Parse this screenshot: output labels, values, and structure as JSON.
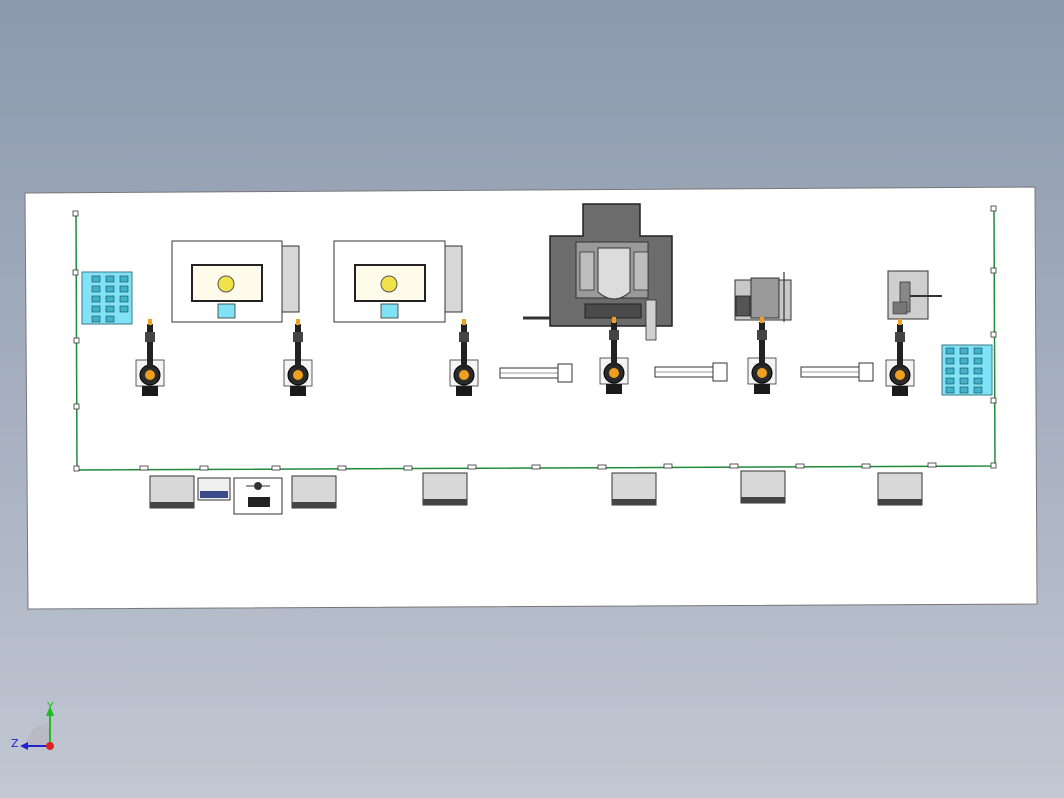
{
  "viewport": {
    "background_top": "#8c9aae",
    "background_bottom": "#c2c7d2"
  },
  "layout": {
    "floor_color": "#ffffff",
    "fence_color": "#1e8a3a",
    "machine_dark": "#5a5a5a",
    "machine_light": "#b9b9b9",
    "rack_color": "#7fe3f5",
    "accent_yellow": "#f2e24a",
    "accent_orange": "#f0a020"
  },
  "equipment": {
    "part_racks": 2,
    "ovens": 2,
    "robots": 6,
    "conveyors": 3,
    "press": 1,
    "small_press": 1,
    "lathe": 1,
    "control_cabinets": 7
  },
  "triad": {
    "y_label": "Y",
    "z_label": "Z",
    "y_color": "#22bb22",
    "z_color": "#2222cc",
    "origin_color": "#dd2222"
  }
}
